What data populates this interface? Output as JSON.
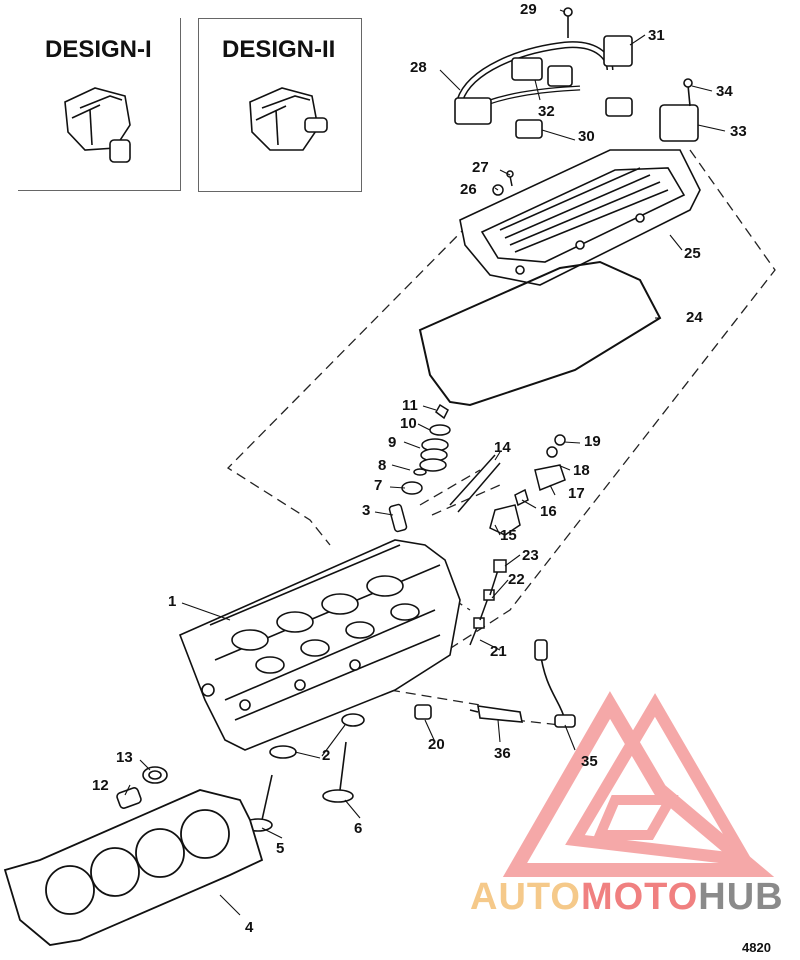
{
  "designs": [
    {
      "title": "DESIGN-I"
    },
    {
      "title": "DESIGN-II"
    }
  ],
  "callouts": [
    "1",
    "2",
    "3",
    "4",
    "5",
    "6",
    "7",
    "8",
    "9",
    "10",
    "11",
    "12",
    "13",
    "14",
    "15",
    "16",
    "17",
    "18",
    "19",
    "20",
    "21",
    "22",
    "23",
    "24",
    "25",
    "26",
    "27",
    "28",
    "29",
    "30",
    "31",
    "32",
    "33",
    "34",
    "35",
    "36"
  ],
  "watermark": {
    "part1": "AUTO",
    "part2": "MOTO",
    "part3": "HUB",
    "color1": "#f5c98a",
    "color2": "#f08080",
    "color3": "#8a8a8a"
  },
  "figure_number": "4820",
  "colors": {
    "line": "#111111",
    "dash": "#222222",
    "logo": "#f28b8b"
  }
}
